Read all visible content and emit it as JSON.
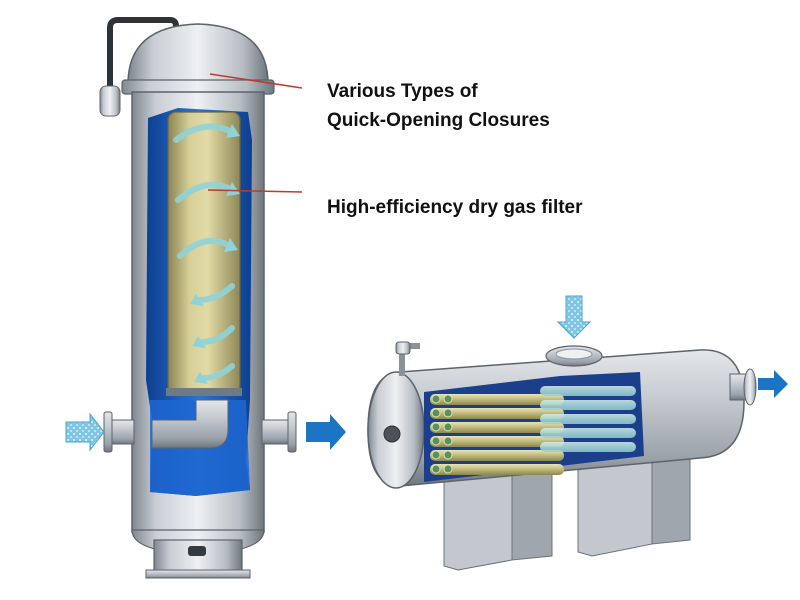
{
  "callouts": {
    "closures_line1": "Various Types of",
    "closures_line2": "Quick-Opening Closures",
    "filter": "High-efficiency dry gas filter"
  },
  "colors": {
    "vessel_steel": "#b9bfc6",
    "vessel_shadow": "#8b939b",
    "liquid_blue": "#1c5fc0",
    "filter_element": "#c8c08a",
    "flow_arrow": "#1b74c4",
    "leader_line": "#c0392b"
  },
  "icons": {
    "inlet_arrow": "flow-inlet-arrow-icon",
    "outlet_arrow": "flow-outlet-arrow-icon",
    "swirl_arrow": "swirl-flow-arrow-icon"
  }
}
